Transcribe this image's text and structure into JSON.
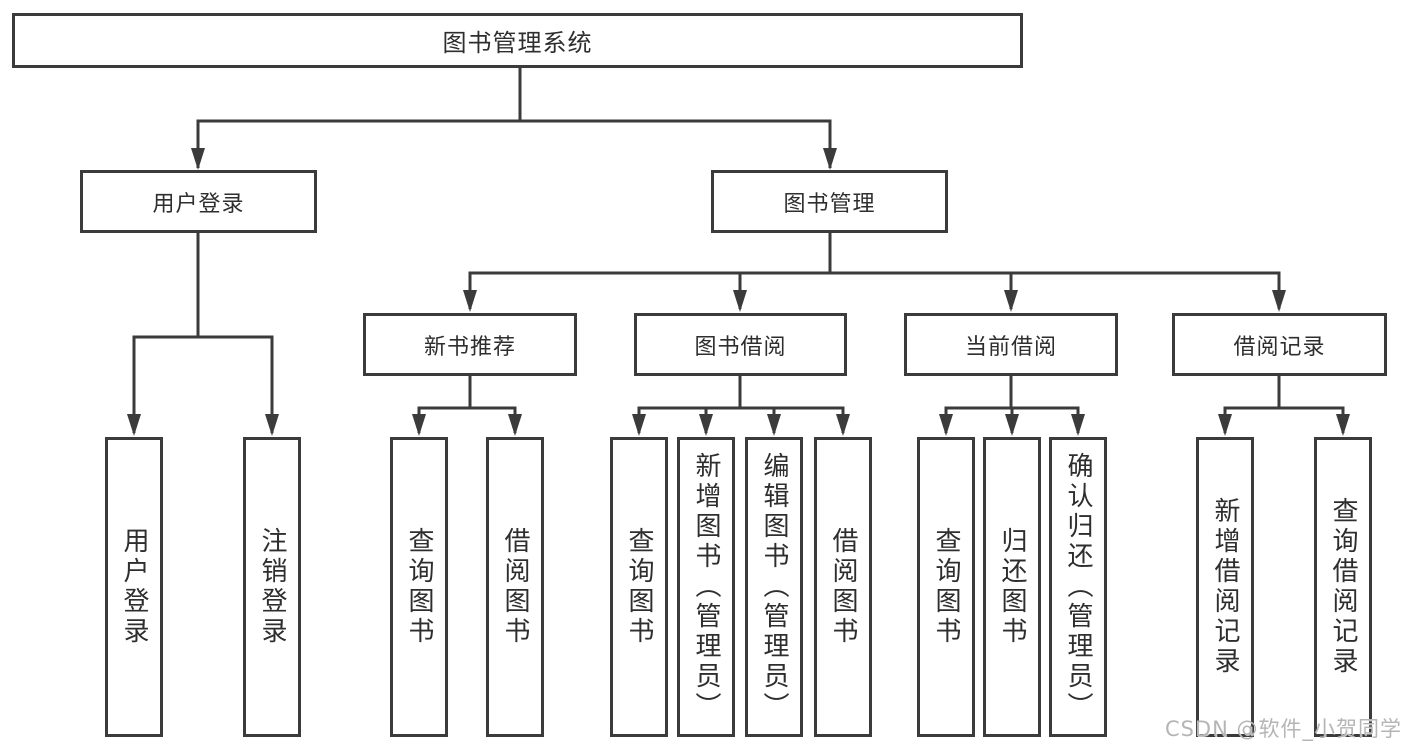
{
  "diagram": {
    "root": {
      "label": "图书管理系统"
    },
    "level2": [
      {
        "label": "用户登录"
      },
      {
        "label": "图书管理"
      }
    ],
    "level3": [
      {
        "label": "新书推荐"
      },
      {
        "label": "图书借阅"
      },
      {
        "label": "当前借阅"
      },
      {
        "label": "借阅记录"
      }
    ],
    "leaves": {
      "user_login": [
        {
          "label": "用户登录"
        },
        {
          "label": "注销登录"
        }
      ],
      "new_book_recommend": [
        {
          "label": "查询图书"
        },
        {
          "label": "借阅图书"
        }
      ],
      "book_borrow": [
        {
          "label": "查询图书"
        },
        {
          "label": "新增图书（管理员）"
        },
        {
          "label": "编辑图书（管理员）"
        },
        {
          "label": "借阅图书"
        }
      ],
      "current_borrow": [
        {
          "label": "查询图书"
        },
        {
          "label": "归还图书"
        },
        {
          "label": "确认归还（管理员）"
        }
      ],
      "borrow_records": [
        {
          "label": "新增借阅记录"
        },
        {
          "label": "查询借阅记录"
        }
      ]
    }
  },
  "watermark": {
    "text": "CSDN @软件_小贺同学"
  },
  "colors": {
    "line": "#3b3b3b",
    "text": "#2e2e2e",
    "watermark": "#b5b5b5",
    "background": "#ffffff"
  }
}
